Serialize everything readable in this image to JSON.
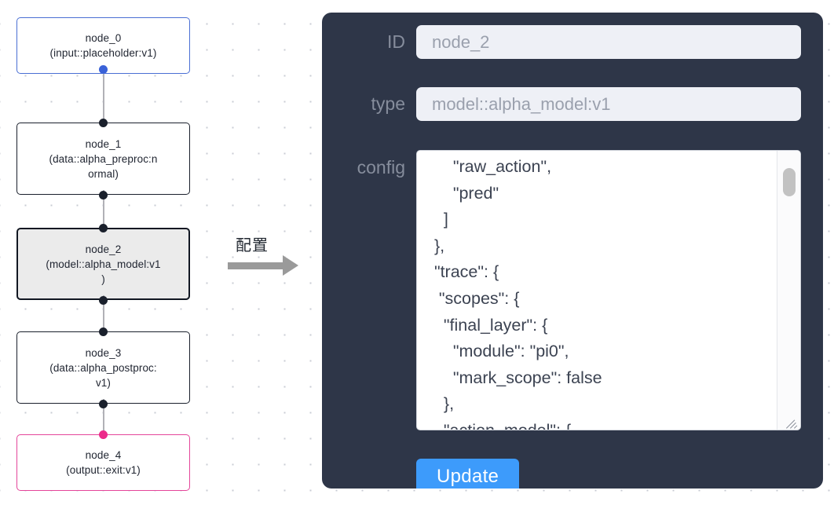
{
  "graph": {
    "nodes": [
      {
        "id": "node_0",
        "label": "node_0\n(input::placeholder:v1)",
        "state": "input",
        "border_color": "#4a6fd4",
        "fill": "#ffffff"
      },
      {
        "id": "node_1",
        "label": "node_1\n(data::alpha_preproc:n\normal)",
        "state": "normal",
        "border_color": "#1a202c",
        "fill": "#ffffff"
      },
      {
        "id": "node_2",
        "label": "node_2\n(model::alpha_model:v1\n)",
        "state": "selected",
        "border_color": "#111722",
        "fill": "#ebebeb"
      },
      {
        "id": "node_3",
        "label": "node_3\n(data::alpha_postproc:\nv1)",
        "state": "normal",
        "border_color": "#1a202c",
        "fill": "#ffffff"
      },
      {
        "id": "node_4",
        "label": "node_4\n(output::exit:v1)",
        "state": "output",
        "border_color": "#e4459a",
        "fill": "#ffffff"
      }
    ],
    "edge_color": "#b1b1b7",
    "handle_colors": {
      "default": "#1a202c",
      "input": "#3a62d8",
      "output": "#ec2a8a"
    }
  },
  "flow_arrow": {
    "caption": "配置",
    "color": "#9a9a9a"
  },
  "panel": {
    "background": "#2e3648",
    "fields": {
      "id": {
        "label": "ID",
        "value": "node_2"
      },
      "type": {
        "label": "type",
        "value": "model::alpha_model:v1"
      },
      "config": {
        "label": "config"
      }
    },
    "config_text": "      \"raw_action\",\n      \"pred\"\n    ]\n  },\n  \"trace\": {\n   \"scopes\": {\n    \"final_layer\": {\n      \"module\": \"pi0\",\n      \"mark_scope\": false\n    },\n    \"action_model\": {",
    "update_button": {
      "label": "Update",
      "color": "#3d9bfb"
    }
  }
}
